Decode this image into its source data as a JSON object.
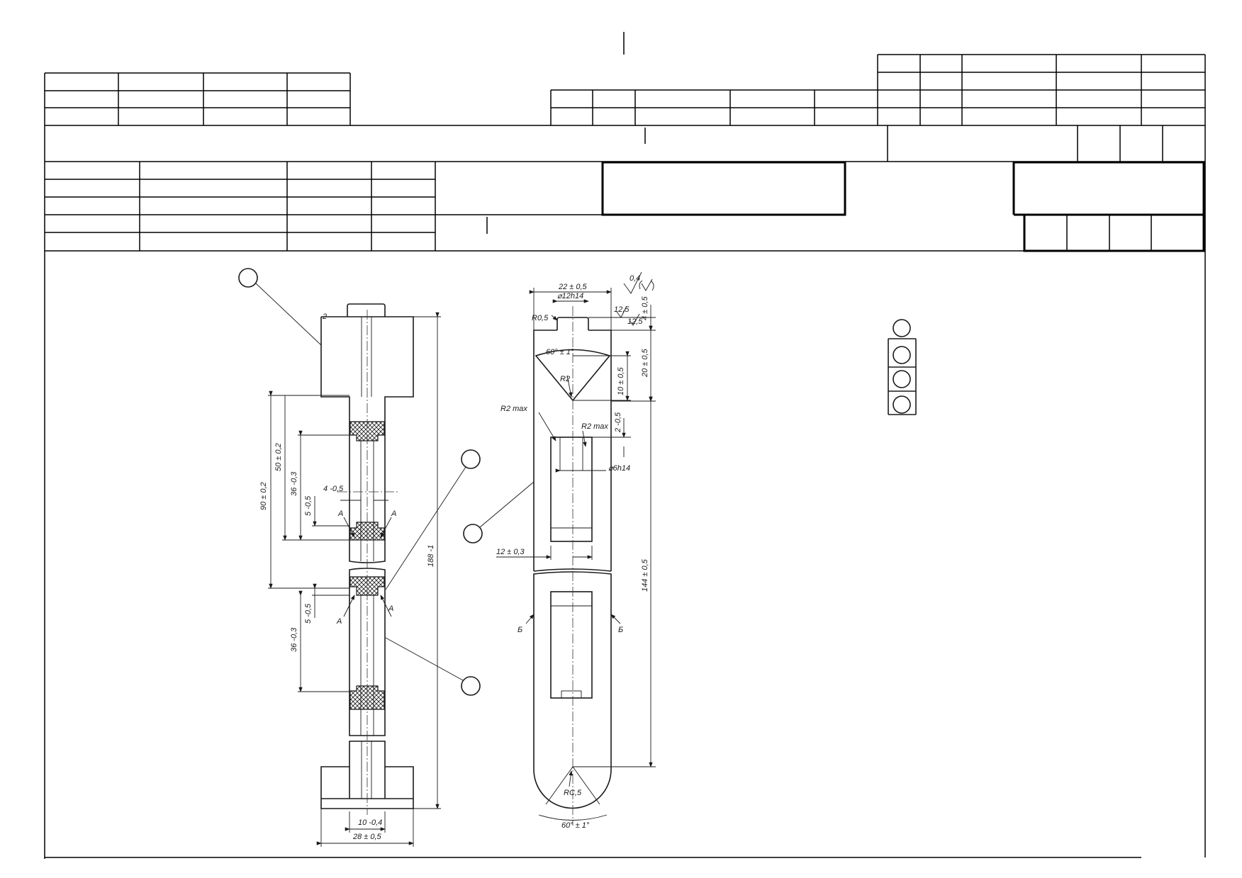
{
  "drawing": {
    "dimensions": {
      "d1": "2",
      "d2": "90 ± 0,2",
      "d3": "50 ± 0,2",
      "d4": "36 -0,3",
      "d5": "4 -0,5",
      "d6": "5 -0,5",
      "d7": "5 -0,5",
      "d8": "36 -0,3",
      "d9": "188 -1",
      "d10": "10 -0,4",
      "d11": "28 ± 0,5",
      "d12": "22 ± 0,5",
      "d13": "⌀12h14",
      "d14": "R0,5",
      "d15": "12,5",
      "d16": "12,5",
      "d17": "4 ± 0,5",
      "d18": "60° ± 1°",
      "d19": "R2",
      "d20": "10 ± 0,5",
      "d21": "20 ± 0,5",
      "d22": "R2 max",
      "d23": "R2 max",
      "d24": "2 -0,5",
      "d25": "⌀6h14",
      "d26": "12 ± 0,3",
      "d27": "144 ± 0,5",
      "d28": "RC,5",
      "d29": "60° ± 1°",
      "roughness": "0,4",
      "section_a1": "A",
      "section_a2": "A",
      "section_a3": "A",
      "section_a4": "A",
      "section_b1": "Б",
      "section_b2": "Б"
    }
  }
}
